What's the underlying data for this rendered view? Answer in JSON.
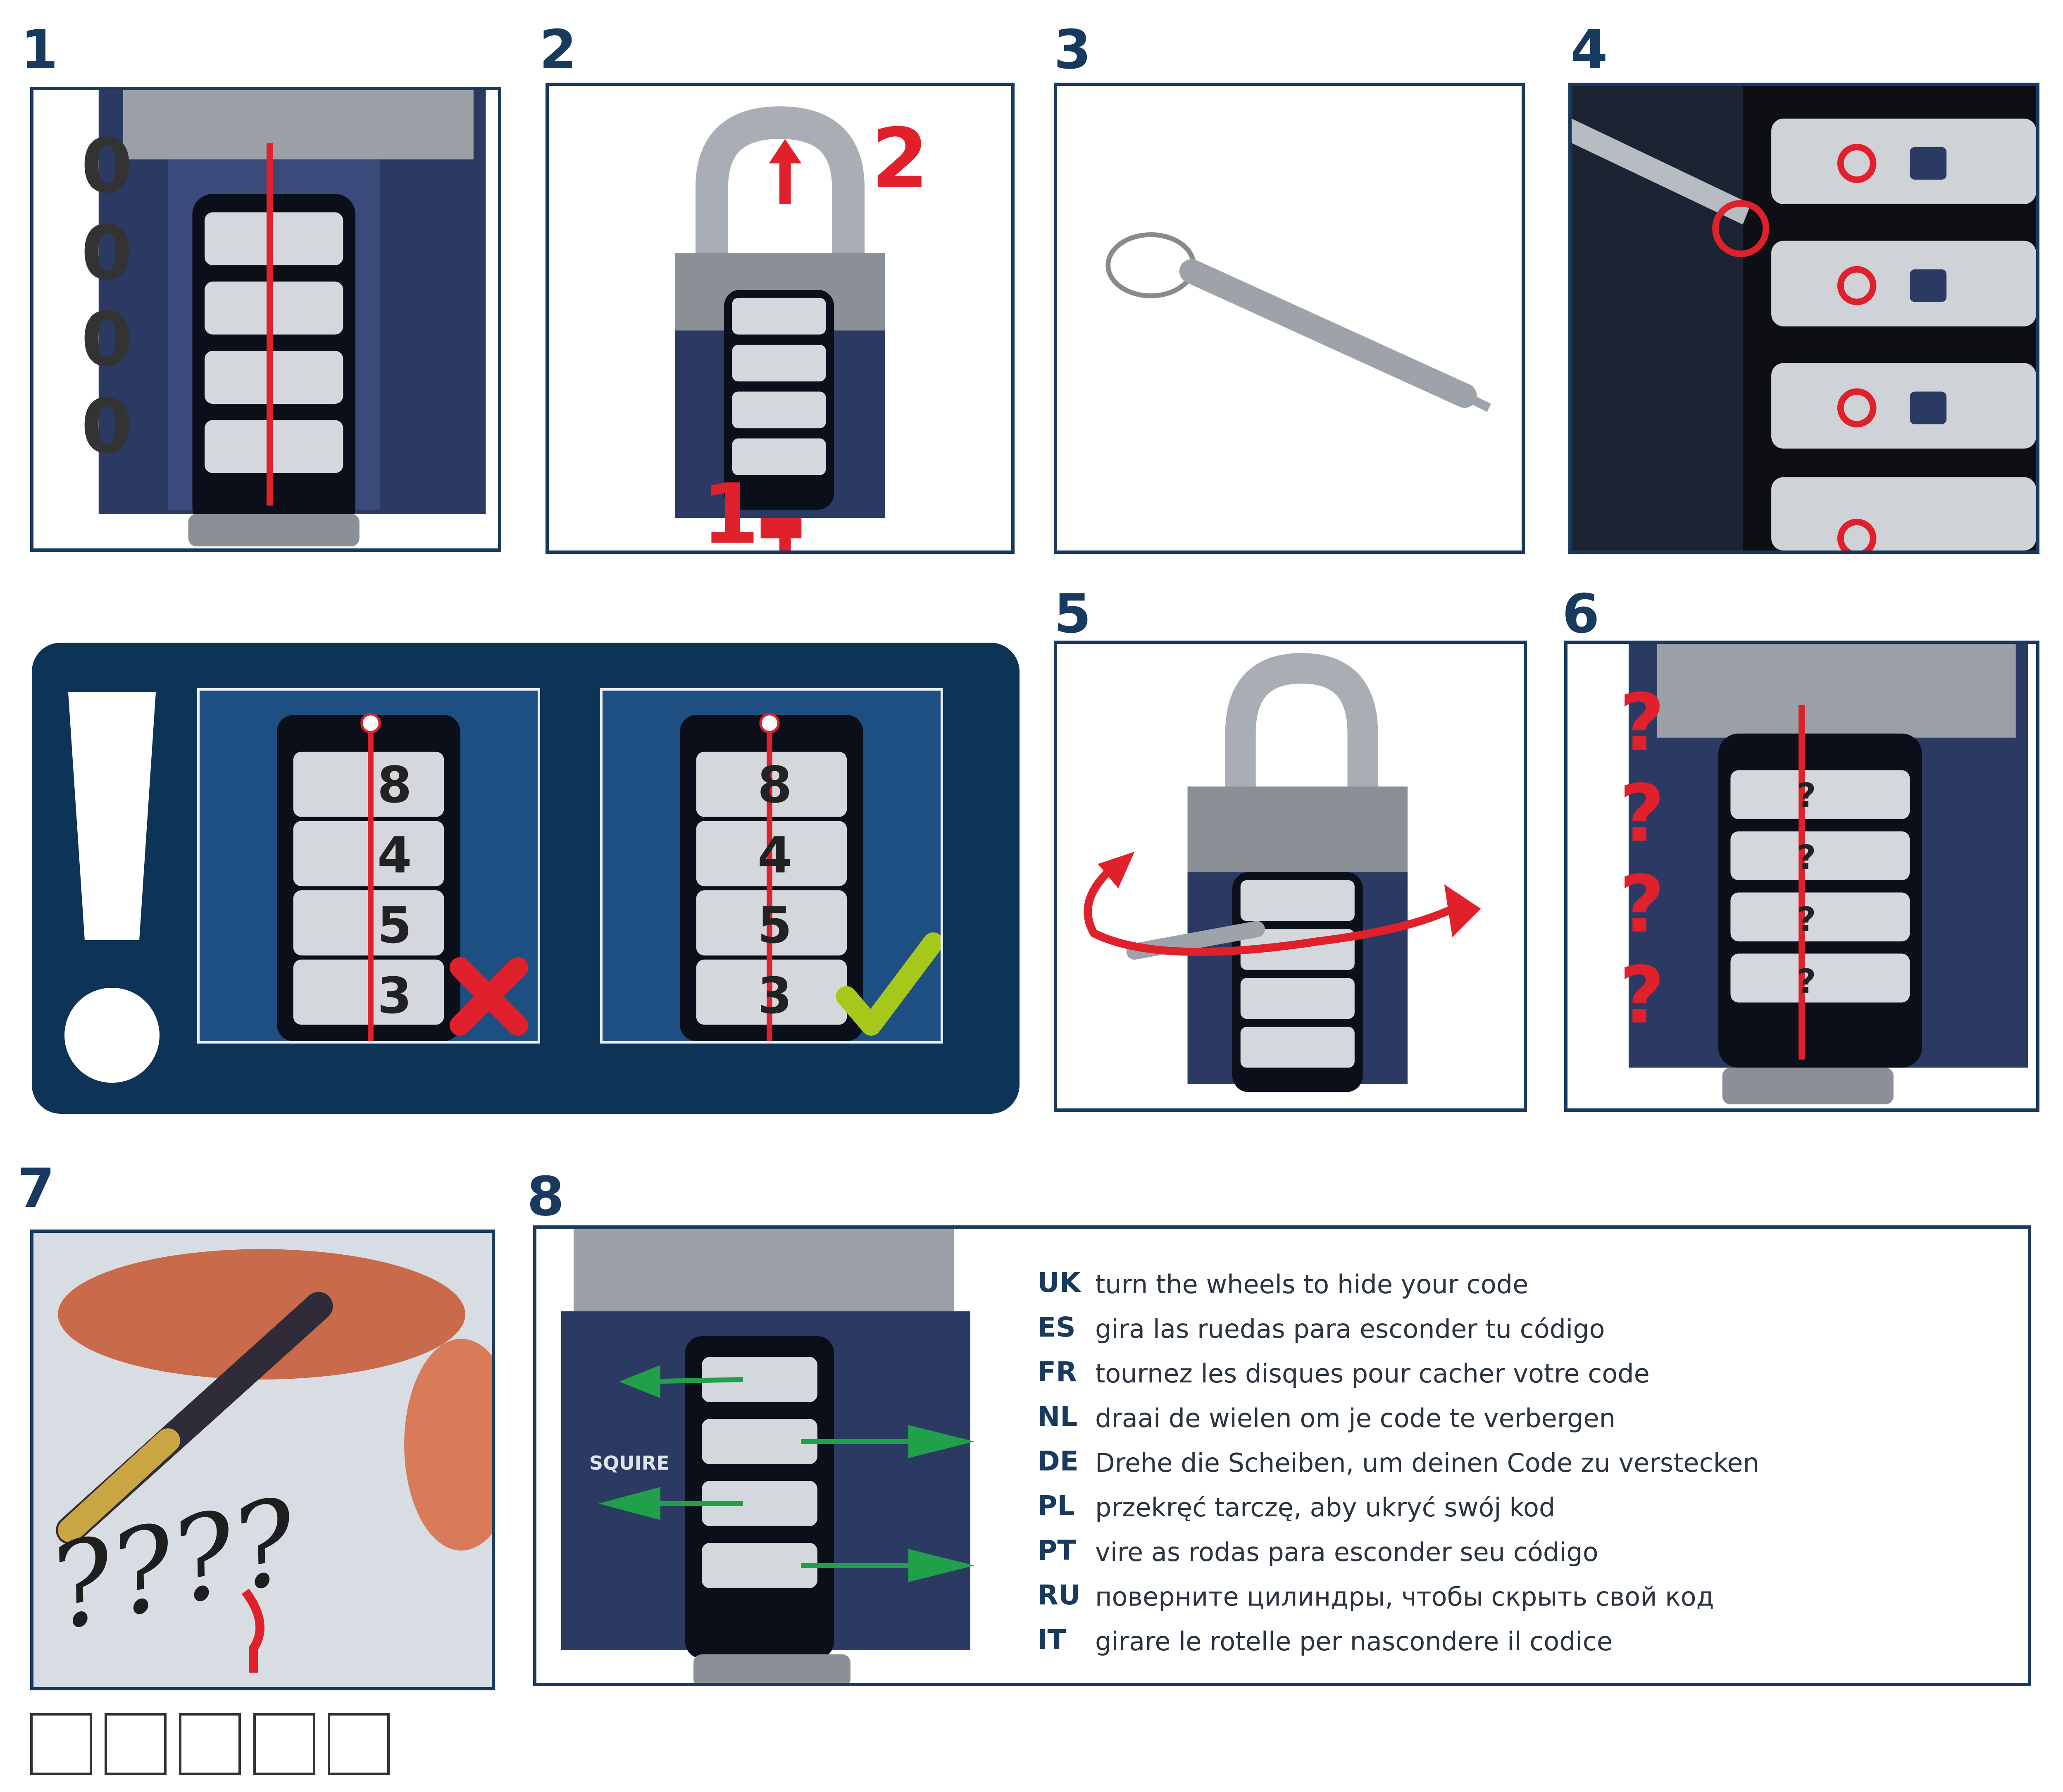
{
  "steps": {
    "s1": "1",
    "s2": "2",
    "s3": "3",
    "s4": "4",
    "s5": "5",
    "s6": "6",
    "s7": "7",
    "s8": "8"
  },
  "step1": {
    "digits": [
      "0",
      "0",
      "0",
      "0"
    ]
  },
  "step2": {
    "marker_top": "2",
    "marker_bottom": "1"
  },
  "step6": {
    "marks": [
      "?",
      "?",
      "?",
      "?"
    ]
  },
  "warning": {
    "wrong_digits": [
      "8",
      "4",
      "5",
      "3"
    ],
    "right_digits": [
      "8",
      "4",
      "5",
      "3"
    ],
    "wrong_icon": "cross-icon",
    "right_icon": "check-icon"
  },
  "step7": {
    "scribble": "????",
    "box_count": 5
  },
  "brand": "SQUIRE",
  "step8": {
    "instructions": [
      {
        "code": "UK",
        "text": "turn the wheels to hide your code"
      },
      {
        "code": "ES",
        "text": "gira las ruedas para esconder tu código"
      },
      {
        "code": "FR",
        "text": "tournez les disques pour cacher votre code"
      },
      {
        "code": "NL",
        "text": "draai de wielen om je code te verbergen"
      },
      {
        "code": "DE",
        "text": "Drehe die Scheiben, um deinen Code zu verstecken"
      },
      {
        "code": "PL",
        "text": "przekręć tarczę, aby ukryć swój kod"
      },
      {
        "code": "PT",
        "text": "vire as rodas para esconder seu código"
      },
      {
        "code": "RU",
        "text": "поверните цилиндры,  чтобы скрыть свой код"
      },
      {
        "code": "IT",
        "text": "girare le rotelle per nascondere il codice"
      }
    ]
  },
  "colors": {
    "navy": "#173a5e",
    "lock_body": "#2b3a63",
    "accent_red": "#e0202a",
    "arrow_green": "#21a04a",
    "check_green": "#a6c81a"
  }
}
